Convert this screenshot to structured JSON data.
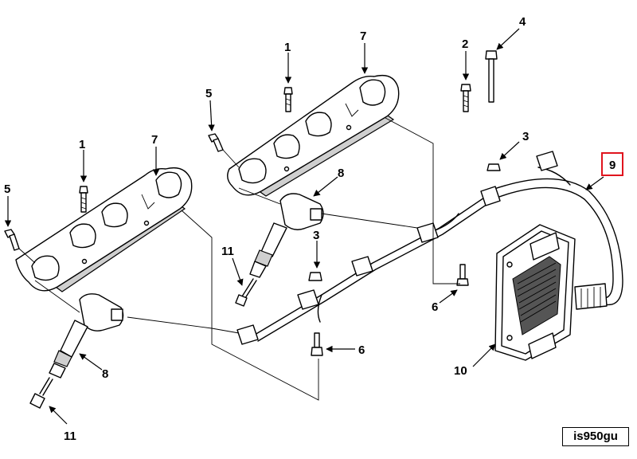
{
  "callouts": {
    "c1a": "1",
    "c1b": "1",
    "c2": "2",
    "c3a": "3",
    "c3b": "3",
    "c4": "4",
    "c5a": "5",
    "c5b": "5",
    "c6a": "6",
    "c6b": "6",
    "c7a": "7",
    "c7b": "7",
    "c8a": "8",
    "c8b": "8",
    "c9": "9",
    "c10": "10",
    "c11a": "11",
    "c11b": "11"
  },
  "image_id": "is950gu",
  "colors": {
    "highlight": "#e0141e",
    "line": "#000000"
  }
}
